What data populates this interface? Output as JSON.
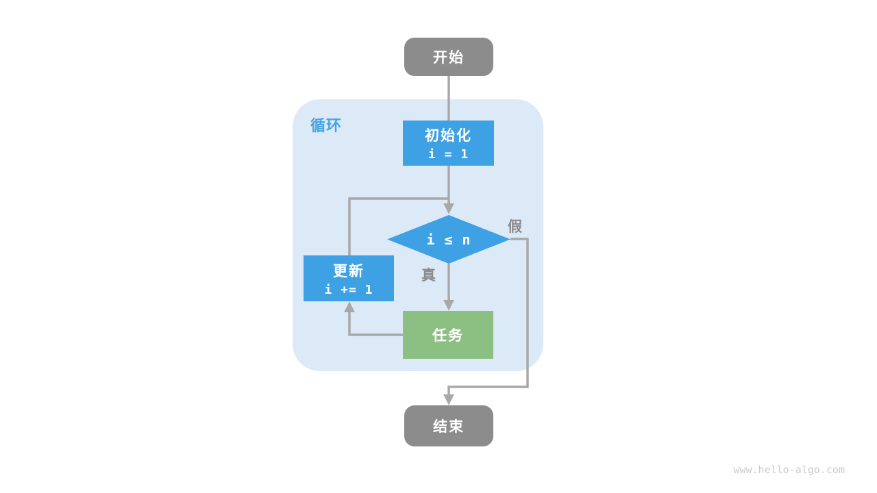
{
  "page": {
    "watermark": "www.hello-algo.com"
  },
  "colors": {
    "background": "#FFFFFF",
    "loop_container_bg": "#DCEAF8",
    "loop_label_blue": "#45A3E6",
    "box_blue": "#3EA1E4",
    "box_green": "#8CBF82",
    "terminal_gray": "#8C8C8C",
    "edge_gray": "#A8A8A8",
    "edge_label_gray": "#8A8A8A",
    "node_text": "#FFFFFF",
    "watermark_gray": "#CBCBCB"
  },
  "flowchart": {
    "container_label": "循环",
    "nodes": {
      "start": {
        "label": "开始",
        "shape": "rounded-terminal",
        "color": "gray"
      },
      "init": {
        "label": "初始化",
        "code": "i = 1",
        "shape": "rect",
        "color": "blue"
      },
      "condition": {
        "code": "i ≤ n",
        "shape": "diamond",
        "color": "blue"
      },
      "update": {
        "label": "更新",
        "code": "i += 1",
        "shape": "rect",
        "color": "blue"
      },
      "task": {
        "label": "任务",
        "shape": "rect",
        "color": "green"
      },
      "end": {
        "label": "结束",
        "shape": "rounded-terminal",
        "color": "gray"
      }
    },
    "edges": {
      "true_label": "真",
      "false_label": "假"
    }
  }
}
